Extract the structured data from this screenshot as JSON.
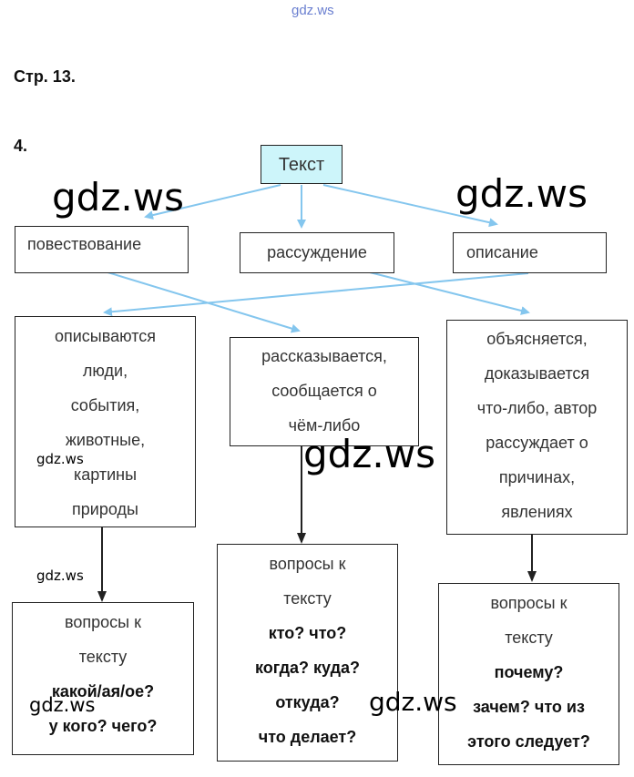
{
  "header": {
    "site": "gdz.ws",
    "page": "Стр. 13.",
    "task": "4."
  },
  "diagram": {
    "root": "Текст",
    "types": [
      "повествование",
      "рассуждение",
      "описание"
    ],
    "descriptions": {
      "description": [
        "описываются",
        "люди,",
        "события,",
        "животные,",
        "картины",
        "природы"
      ],
      "narration": [
        "рассказывается,",
        "сообщается о",
        "чём-либо"
      ],
      "reasoning": [
        "объясняется,",
        "доказывается",
        "что-либо, автор",
        "рассуждает о",
        "причинах,",
        "явлениях"
      ]
    },
    "questions": {
      "description": {
        "label": [
          "вопросы к",
          "тексту"
        ],
        "items": [
          "какой/ая/ое?",
          "у кого? чего?"
        ]
      },
      "narration": {
        "label": [
          "вопросы к",
          "тексту"
        ],
        "items": [
          "кто? что?",
          "когда? куда?",
          "откуда?",
          "что делает?"
        ]
      },
      "reasoning": {
        "label": [
          "вопросы к",
          "тексту"
        ],
        "items": [
          "почему?",
          "зачем? что из",
          "этого следует?"
        ]
      }
    },
    "colors": {
      "root_fill": "#cdf5fa",
      "arrow_blue": "#84c6ee",
      "arrow_black": "#222222"
    }
  },
  "watermarks": [
    "gdz.ws",
    "gdz.ws",
    "gdz.ws",
    "gdz.ws",
    "gdz.ws",
    "gdz.ws",
    "gdz.ws"
  ]
}
